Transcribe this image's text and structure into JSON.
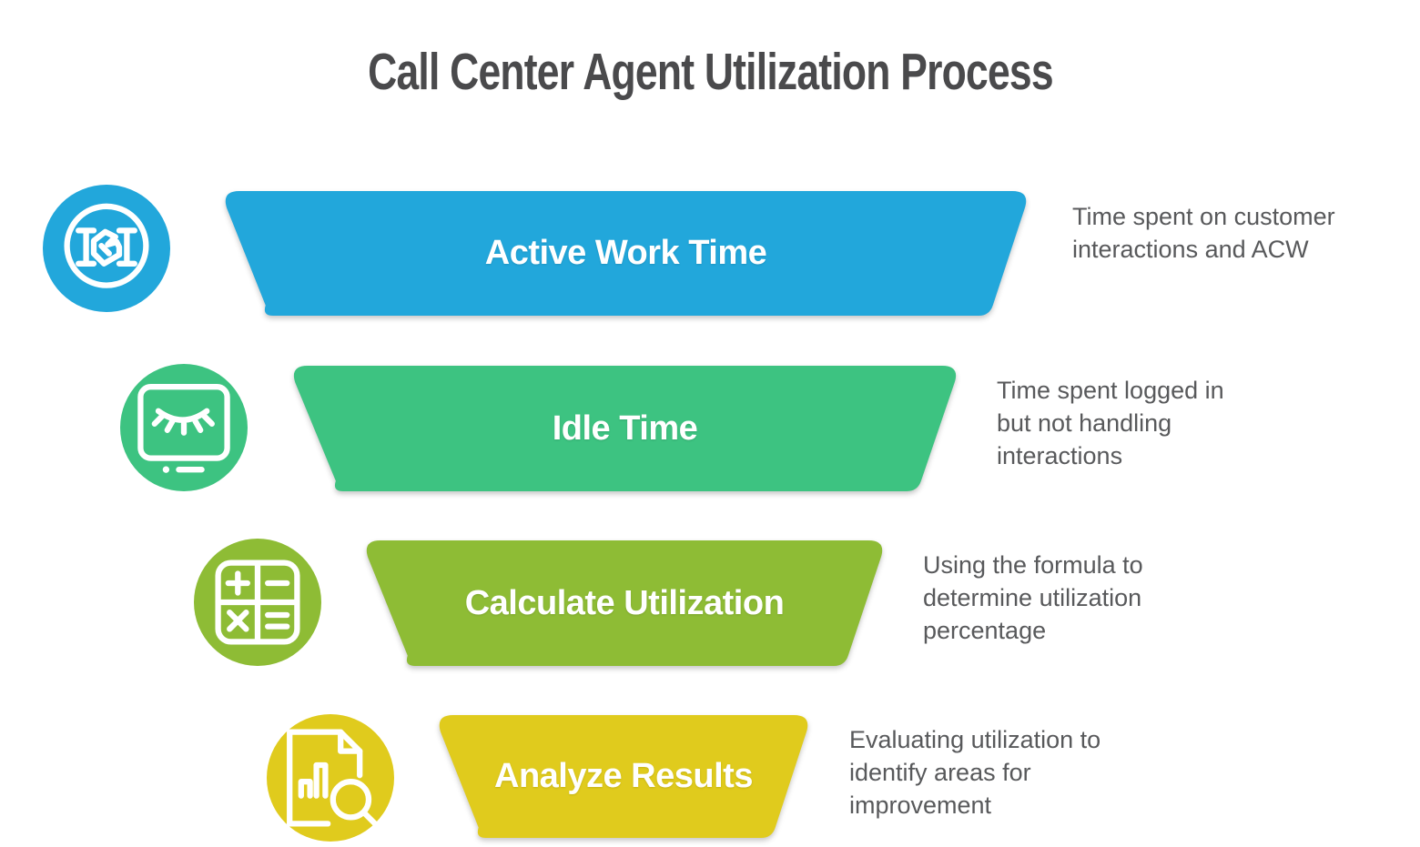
{
  "title": "Call Center Agent Utilization Process",
  "stages": [
    {
      "label": "Active Work Time",
      "icon": "handshake-icon",
      "color": "#22A7DB",
      "description": "Time spent on customer interactions and ACW",
      "description_lines": [
        "Time spent on customer",
        "interactions and ACW"
      ]
    },
    {
      "label": "Idle Time",
      "icon": "monitor-sleep-icon",
      "color": "#3DC381",
      "description": "Time spent logged in but not handling interactions",
      "description_lines": [
        "Time spent logged in",
        "but not handling",
        "interactions"
      ]
    },
    {
      "label": "Calculate Utilization",
      "icon": "calculator-icon",
      "color": "#8EBC35",
      "description": "Using the formula to determine utilization percentage",
      "description_lines": [
        "Using the formula to",
        "determine utilization",
        "percentage"
      ]
    },
    {
      "label": "Analyze Results",
      "icon": "document-search-icon",
      "color": "#E0CB1D",
      "description": "Evaluating utilization to identify areas for improvement",
      "description_lines": [
        "Evaluating utilization to",
        "identify areas for",
        "improvement"
      ]
    }
  ],
  "colors": {
    "title_text": "#4A4A4C",
    "description_text": "#58595B",
    "bar_label_text": "#FFFFFF",
    "background": "#FFFFFF"
  }
}
